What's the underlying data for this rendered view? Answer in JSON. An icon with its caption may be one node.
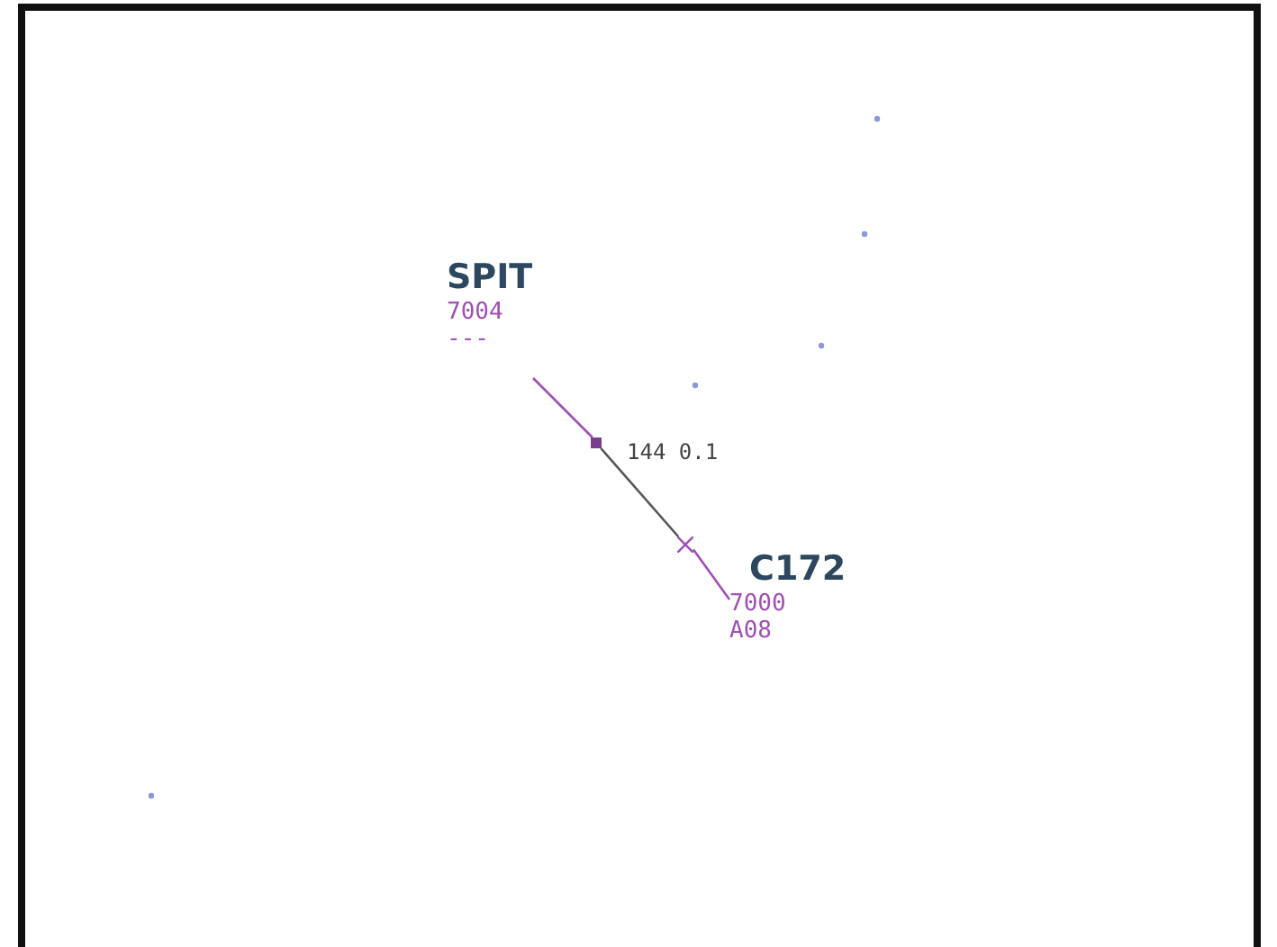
{
  "diagram": {
    "nodes": [
      {
        "text": [
          "SPIT",
          "7004",
          "---"
        ]
      },
      {
        "text": [],
        "shape": "box"
      },
      {
        "text": [],
        "shape": "cross"
      },
      {
        "text": [
          "C172",
          "7000",
          "A08"
        ]
      }
    ],
    "edges": [
      {
        "from": 0,
        "to": 1,
        "arrow": "none"
      },
      {
        "from": 1,
        "to": 2,
        "arrow": "none",
        "label": "144 0.1",
        "color": "#555555"
      },
      {
        "from": 3,
        "to": 2,
        "arrow": "none"
      }
    ]
  }
}
